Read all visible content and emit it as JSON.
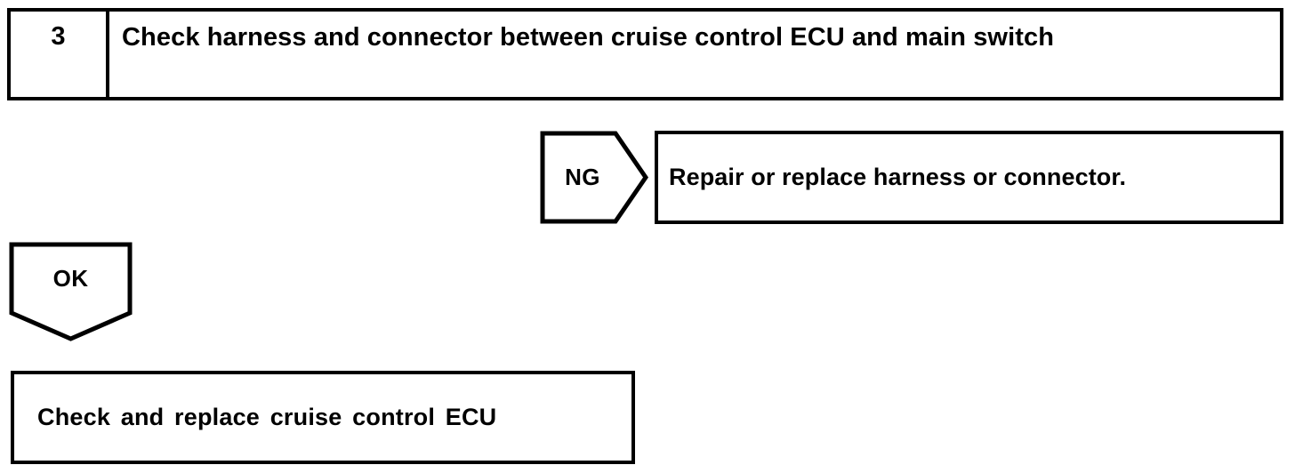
{
  "diagram": {
    "type": "troubleshooting-flowchart",
    "colors": {
      "stroke": "#000000",
      "background": "#ffffff",
      "text": "#000000"
    },
    "step": {
      "number": "3",
      "title": "Check harness and connector between cruise control ECU and main switch"
    },
    "branches": {
      "ng": {
        "label": "NG",
        "shape": "right-pointing-pentagon-arrow",
        "result": "Repair or replace harness or connector."
      },
      "ok": {
        "label": "OK",
        "shape": "down-pointing-pentagon-arrow",
        "result": "Check and replace cruise control ECU"
      }
    }
  }
}
